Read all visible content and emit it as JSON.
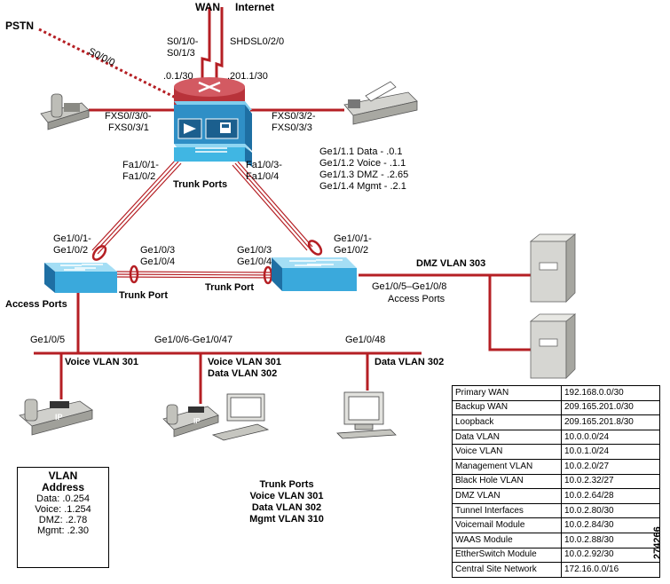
{
  "labels": {
    "wan": "WAN",
    "internet": "Internet",
    "pstn": "PSTN",
    "s0_0_0": "S0/0/0",
    "s0_1_0": "S0/1/0-",
    "s0_1_3": "S0/1/3",
    "shdsl": "SHDSL0/2/0",
    "wan_ip1": ".0.1/30",
    "wan_ip2": ".201.1/30",
    "fxs_left_1": "FXS0//3/0-",
    "fxs_left_2": "FXS0/3/1",
    "fxs_right_1": "FXS0/3/2-",
    "fxs_right_2": "FXS0/3/3",
    "fa_left_1": "Fa1/0/1-",
    "fa_left_2": "Fa1/0/2",
    "fa_right_1": "Fa1/0/3-",
    "fa_right_2": "Fa1/0/4",
    "trunk_ports_router": "Trunk Ports",
    "ge_sub_1": "Ge1/1.1 Data - .0.1",
    "ge_sub_2": "Ge1/1.2 Voice - .1.1",
    "ge_sub_3": "Ge1/1.3 DMZ - .2.65",
    "ge_sub_4": "Ge1/1.4 Mgmt - .2.1",
    "ge_left_up_1": "Ge1/0/1-",
    "ge_left_up_2": "Ge1/0/2",
    "ge_left_x_1": "Ge1/0/3",
    "ge_left_x_2": "Ge1/0/4",
    "ge_right_x_1": "Ge1/0/3",
    "ge_right_x_2": "Ge1/0/4",
    "ge_right_up_1": "Ge1/0/1-",
    "ge_right_up_2": "Ge1/0/2",
    "trunk_port_left": "Trunk Port",
    "trunk_port_mid": "Trunk Port",
    "dmz_vlan": "DMZ VLAN 303",
    "dmz_ports": "Ge1/0/5–Ge1/0/8",
    "access_ports_right": "Access Ports",
    "access_ports_left": "Access Ports",
    "ge_0_5": "Ge1/0/5",
    "ge_range": "Ge1/0/6-Ge1/0/47",
    "ge_0_48": "Ge1/0/48",
    "voice_vlan_a": "Voice VLAN 301",
    "voice_vlan_b": "Voice VLAN 301",
    "data_vlan_b": "Data VLAN 302",
    "data_vlan_c": "Data VLAN 302",
    "trunk_summary_1": "Trunk Ports",
    "trunk_summary_2": "Voice VLAN 301",
    "trunk_summary_3": "Data VLAN 302",
    "trunk_summary_4": "Mgmt VLAN 310",
    "ip_badge": "IP",
    "figure_id": "274266"
  },
  "vlan_box": {
    "title1": "VLAN",
    "title2": "Address",
    "lines": [
      "Data: .0.254",
      "Voice: .1.254",
      "DMZ: .2.78",
      "Mgmt: .2.30"
    ]
  },
  "ip_table": [
    {
      "name": "Primary WAN",
      "value": "192.168.0.0/30"
    },
    {
      "name": "Backup WAN",
      "value": "209.165.201.0/30"
    },
    {
      "name": "Loopback",
      "value": "209.165.201.8/30"
    },
    {
      "name": "Data VLAN",
      "value": "10.0.0.0/24"
    },
    {
      "name": "Voice VLAN",
      "value": "10.0.1.0/24"
    },
    {
      "name": "Management VLAN",
      "value": "10.0.2.0/27"
    },
    {
      "name": "Black Hole VLAN",
      "value": "10.0.2.32/27"
    },
    {
      "name": "DMZ VLAN",
      "value": "10.0.2.64/28"
    },
    {
      "name": "Tunnel Interfaces",
      "value": "10.0.2.80/30"
    },
    {
      "name": "Voicemail Module",
      "value": "10.0.2.84/30"
    },
    {
      "name": "WAAS Module",
      "value": "10.0.2.88/30"
    },
    {
      "name": "EttherSwitch Module",
      "value": "10.0.2.92/30"
    },
    {
      "name": "Central Site Network",
      "value": "172.16.0.0/16"
    }
  ],
  "colors": {
    "link_red": "#b51f24",
    "device_blue": "#2f8fc6",
    "device_cyan": "#40b6e3",
    "router_red": "#c8424a",
    "gray_device": "#d3d3cf"
  }
}
